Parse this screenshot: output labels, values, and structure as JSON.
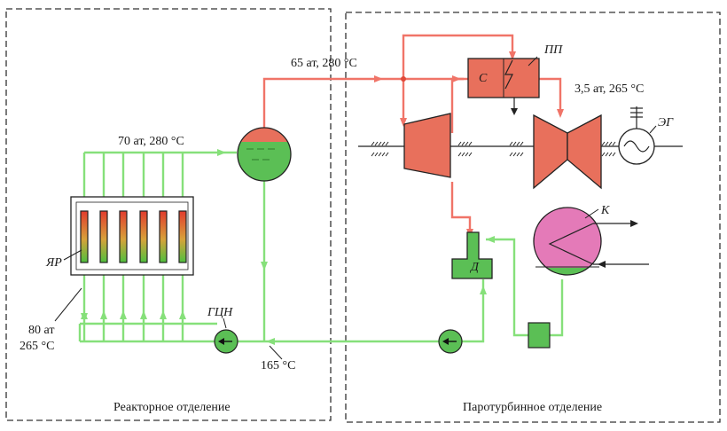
{
  "colors": {
    "steam": "#f07468",
    "water": "#86e07a",
    "component_red": "#e8705c",
    "component_green": "#5bbf55",
    "condenser_pink": "#e47ab8",
    "outline": "#222222",
    "boundary": "#333333"
  },
  "rooms": {
    "reactor": "Реакторное отделение",
    "turbine": "Паротурбинное отделение"
  },
  "parameters": {
    "reactor_inlet_line1": "80 ат",
    "reactor_inlet_line2": "265 °C",
    "reactor_outlet": "70 ат, 280 °C",
    "separator_steam": "65 ат, 280 °C",
    "reheated_steam": "3,5 ат, 265 °C",
    "feedwater": "165 °C"
  },
  "components": {
    "reactor": "ЯР",
    "main_pump": "ГЦН",
    "separator": "С",
    "reheater": "ПП",
    "condenser": "К",
    "generator": "ЭГ",
    "deaerator": "Д"
  },
  "icons": {
    "pump": "pump-arrow-icon",
    "generator": "sine-wave-icon",
    "ground": "ground-icon"
  }
}
